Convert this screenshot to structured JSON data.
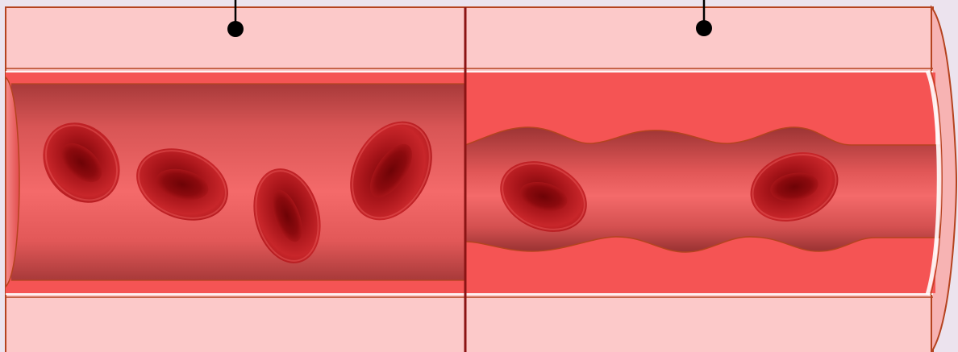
{
  "diagram": {
    "sections": [
      {
        "id": "normal",
        "label": ""
      },
      {
        "id": "narrowed",
        "label": ""
      }
    ],
    "colors": {
      "background": "#ece3ee",
      "outer_wall": "#fcc9c9",
      "outer_wall_stroke": "#b5431f",
      "inner_wall": "#f55454",
      "lumen_light": "#f46a6a",
      "lumen_dark": "#a83a3a",
      "red_blood_cell": "#c0191b",
      "red_blood_cell_core": "#8c0a0e",
      "divider": "#8b1414",
      "pointer": "#000000"
    },
    "red_blood_cells": {
      "normal_section_count": 4,
      "narrowed_section_count": 2
    }
  }
}
